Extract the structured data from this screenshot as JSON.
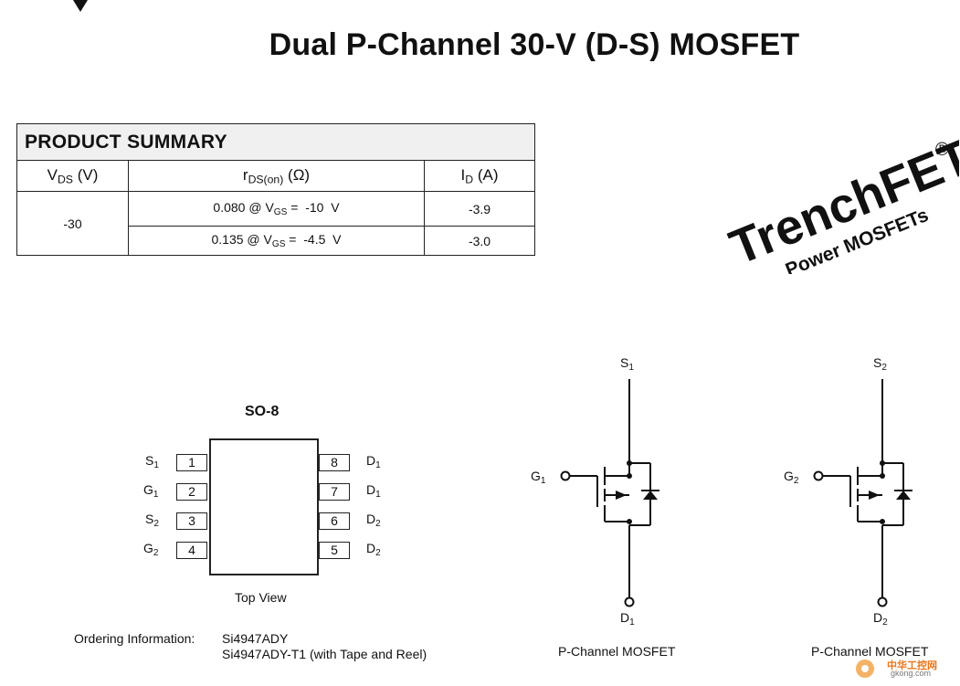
{
  "title": "Dual P-Channel 30-V (D-S) MOSFET",
  "summary": {
    "caption": "PRODUCT SUMMARY",
    "rows": [
      {
        "rds": "0.080 @ V",
        "rds_sub": "GS",
        "rds_val": " =  -10  V",
        "id": "-3.9"
      },
      {
        "rds": "0.135 @ V",
        "rds_sub": "GS",
        "rds_val": " =  -4.5  V",
        "id": "-3.0"
      }
    ],
    "vds_value": "-30"
  },
  "logo": {
    "main": "TrenchFET",
    "sub": "Power MOSFETs",
    "reg": "®"
  },
  "package": {
    "name": "SO-8",
    "view": "Top View",
    "left_pins": [
      {
        "num": "1",
        "name": "S",
        "sub": "1"
      },
      {
        "num": "2",
        "name": "G",
        "sub": "1"
      },
      {
        "num": "3",
        "name": "S",
        "sub": "2"
      },
      {
        "num": "4",
        "name": "G",
        "sub": "2"
      }
    ],
    "right_pins": [
      {
        "num": "8",
        "name": "D",
        "sub": "1"
      },
      {
        "num": "7",
        "name": "D",
        "sub": "1"
      },
      {
        "num": "6",
        "name": "D",
        "sub": "2"
      },
      {
        "num": "5",
        "name": "D",
        "sub": "2"
      }
    ]
  },
  "ordering": {
    "label": "Ordering Information:",
    "part1": "Si4947ADY",
    "part2": "Si4947ADY-T1 (with Tape and Reel)"
  },
  "mosfets": [
    {
      "caption": "P-Channel MOSFET",
      "s": "S",
      "s_sub": "1",
      "g": "G",
      "g_sub": "1",
      "d": "D",
      "d_sub": "1"
    },
    {
      "caption": "P-Channel MOSFET",
      "s": "S",
      "s_sub": "2",
      "g": "G",
      "g_sub": "2",
      "d": "D",
      "d_sub": "2"
    }
  ],
  "watermark": {
    "text": "中华工控网",
    "url": "gkong.com"
  }
}
